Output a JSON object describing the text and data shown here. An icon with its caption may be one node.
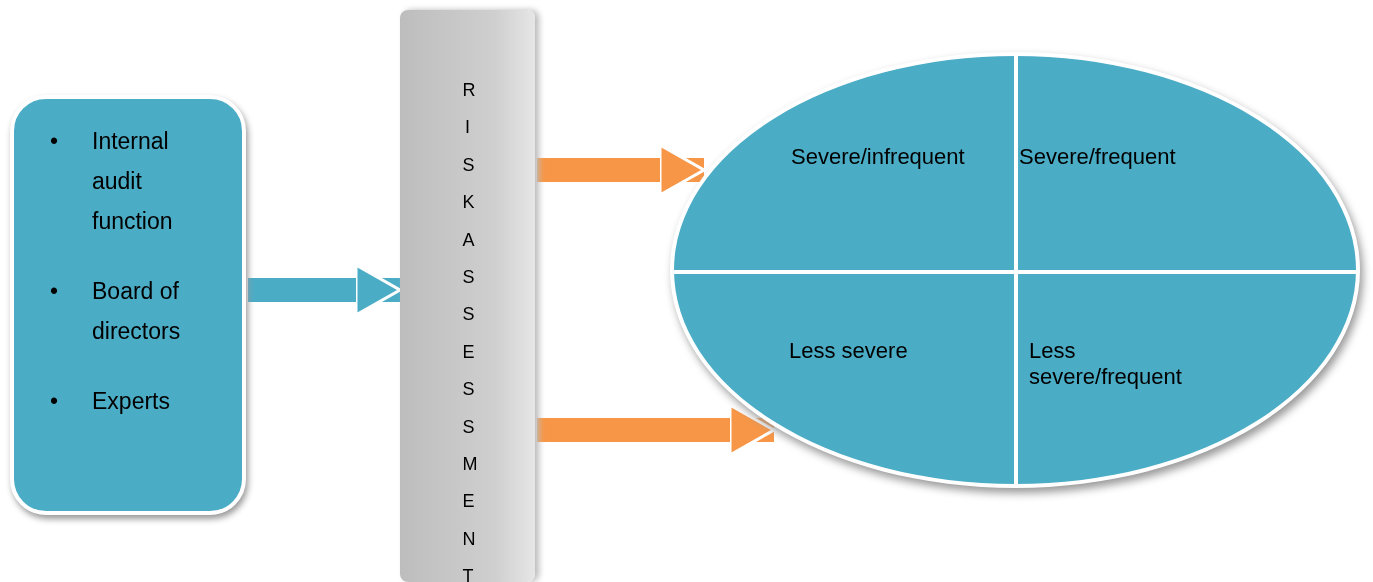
{
  "diagram": {
    "nodes": [
      {
        "text": [
          "Internal audit function",
          "Board of directors",
          "Experts"
        ]
      },
      {
        "text": [
          "R I S K A S S E S S M E N T"
        ]
      },
      {
        "text": [],
        "shape": "ellipse"
      },
      {
        "text": [
          "Severe/infrequent"
        ],
        "in": 2
      },
      {
        "text": [
          "Severe/frequent"
        ],
        "in": 2
      },
      {
        "text": [
          "Less severe"
        ],
        "in": 2
      },
      {
        "text": [
          "Less severe/frequent"
        ],
        "in": 2
      }
    ],
    "edges": [
      {
        "from": 0,
        "to": 1,
        "arrow": "to",
        "color": "#4bacc6"
      },
      {
        "from": 1,
        "to": 3,
        "arrow": "to",
        "color": "#f79646"
      },
      {
        "from": 1,
        "to": 5,
        "arrow": "to",
        "color": "#f79646"
      }
    ],
    "labels": [
      "•",
      "•",
      "•"
    ]
  }
}
